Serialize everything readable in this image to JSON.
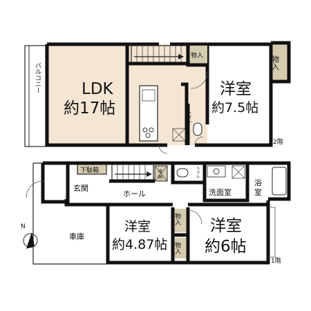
{
  "floor2": {
    "balcony": "バルコニー",
    "ldk_name": "LDK",
    "ldk_size": "約17帖",
    "storage_top": "物入",
    "toilet": "トイレ",
    "western_name": "洋室",
    "western_size": "約7.5帖",
    "closet_right": "物入",
    "floor_label": "2階"
  },
  "floor1": {
    "shoe_box": "下駄箱",
    "storage_small_1": "収",
    "storage_small_2": "納",
    "entrance": "玄関",
    "hall": "ホール",
    "toilet": "トイレ",
    "washroom": "洗面室",
    "bath_1": "浴",
    "bath_2": "室",
    "garage": "車庫",
    "room_a_name": "洋室",
    "room_a_size": "約4.87帖",
    "closet_a": "物入",
    "closet_b": "物入",
    "room_b_name": "洋室",
    "room_b_size": "約6帖",
    "floor_label": "1階"
  },
  "north": "N",
  "colors": {
    "ldk_fill": "#f5e6d3",
    "wood_fill": "#d6ccb0",
    "wall": "#111111"
  }
}
